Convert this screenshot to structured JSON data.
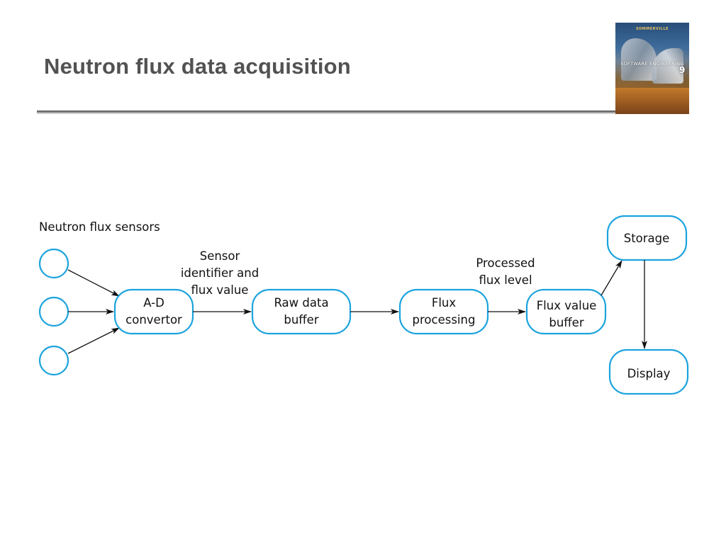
{
  "slide": {
    "title": "Neutron flux data acquisition"
  },
  "book_cover": {
    "author": "SOMMERVILLE",
    "title": "SOFTWARE ENGINEERING",
    "edition": "9"
  },
  "diagram": {
    "sensor_group_label": "Neutron flux sensors",
    "sensors": [
      {
        "id": "sensor-1"
      },
      {
        "id": "sensor-2"
      },
      {
        "id": "sensor-3"
      }
    ],
    "nodes": {
      "ad_convertor": {
        "lines": [
          "A-D",
          "convertor"
        ]
      },
      "raw_data_buffer": {
        "lines": [
          "Raw data",
          "buffer"
        ]
      },
      "flux_processing": {
        "lines": [
          "Flux",
          "processing"
        ]
      },
      "flux_value_buffer": {
        "lines": [
          "Flux value",
          "buffer"
        ]
      },
      "storage": {
        "lines": [
          "Storage"
        ]
      },
      "display": {
        "lines": [
          "Display"
        ]
      }
    },
    "edge_labels": {
      "sensor_identifier": [
        "Sensor",
        "identifier and",
        "flux value"
      ],
      "processed_flux": [
        "Processed",
        "flux level"
      ]
    },
    "colors": {
      "node_border": "#1ba3dd",
      "arrow": "#111111",
      "title": "#525252"
    }
  }
}
